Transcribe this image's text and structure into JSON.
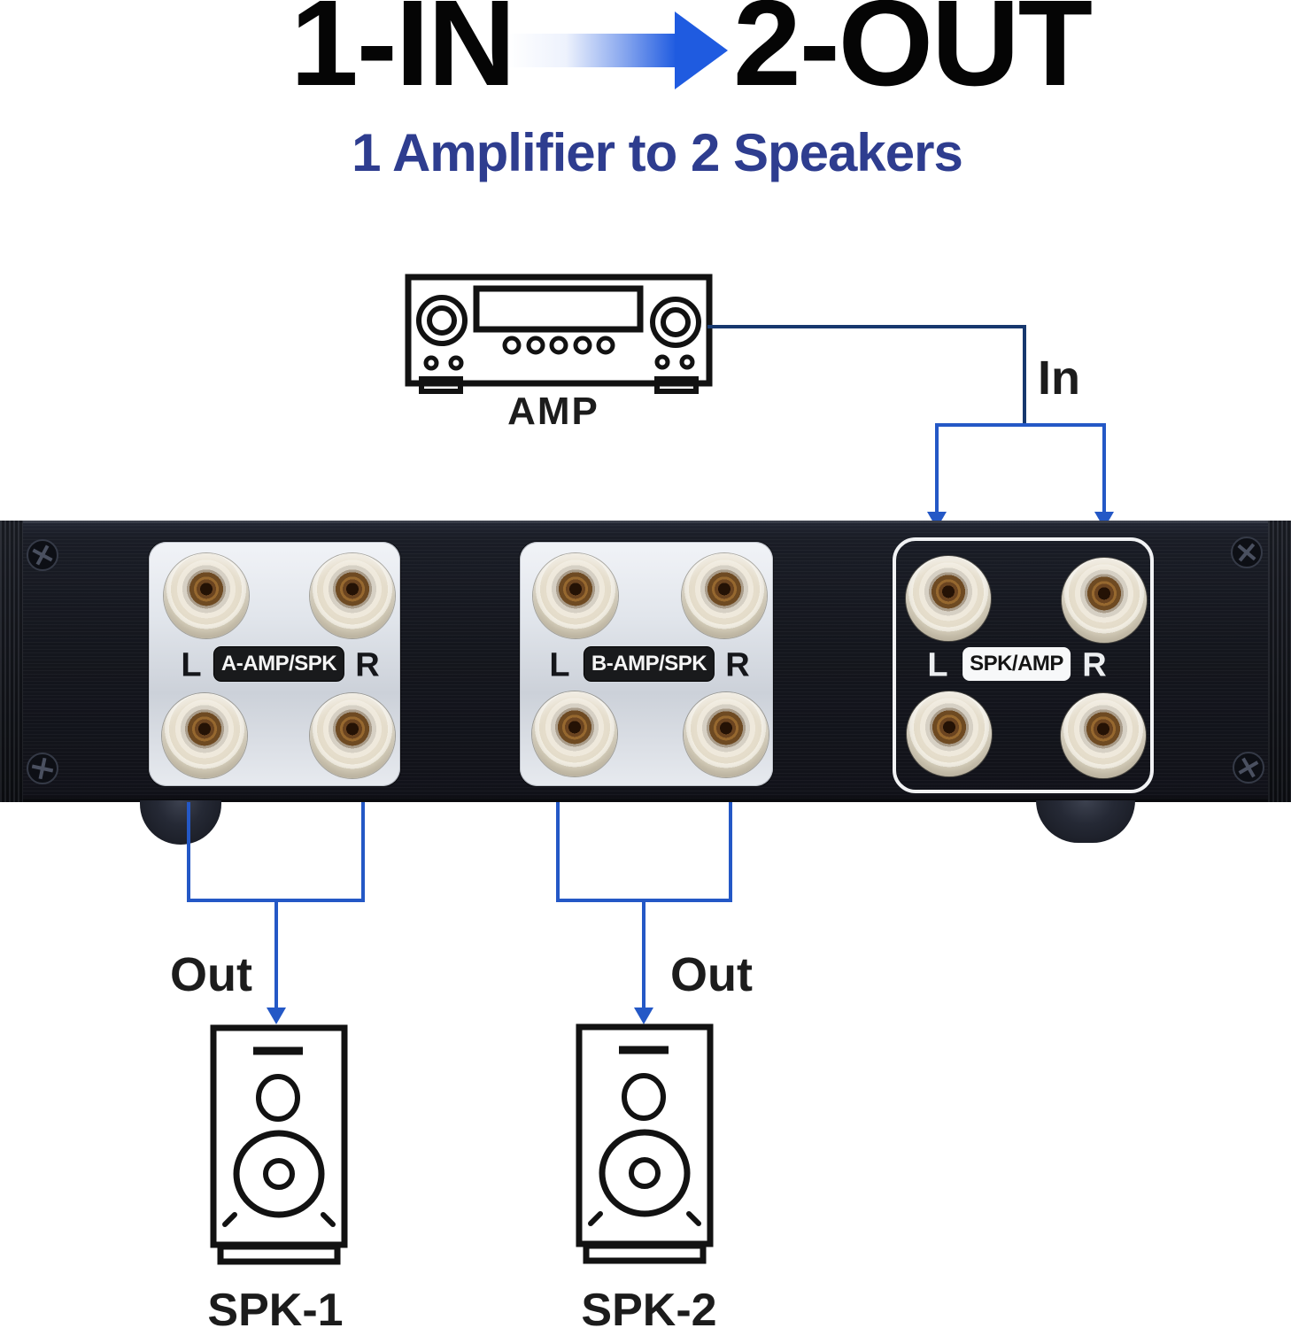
{
  "title": {
    "left": "1-IN",
    "right": "2-OUT",
    "arrow": "right-arrow",
    "arrow_color": "#1f5be0"
  },
  "subtitle": {
    "text": "1 Amplifier to 2 Speakers",
    "color": "#2e3d8f"
  },
  "amp": {
    "label": "AMP"
  },
  "connections": {
    "in_label": "In",
    "out_left_label": "Out",
    "out_right_label": "Out",
    "line_color_navy": "#17386e",
    "line_color_blue": "#2458c6"
  },
  "device": {
    "panel_color": "#14161d",
    "plate_color": "#e2e6ec",
    "sections": [
      {
        "left": "L",
        "badge": "A-AMP/SPK",
        "right": "R",
        "badge_style": "dark"
      },
      {
        "left": "L",
        "badge": "B-AMP/SPK",
        "right": "R",
        "badge_style": "dark"
      },
      {
        "left": "L",
        "badge": "SPK/AMP",
        "right": "R",
        "badge_style": "light"
      }
    ]
  },
  "speakers": [
    {
      "label": "SPK-1"
    },
    {
      "label": "SPK-2"
    }
  ]
}
